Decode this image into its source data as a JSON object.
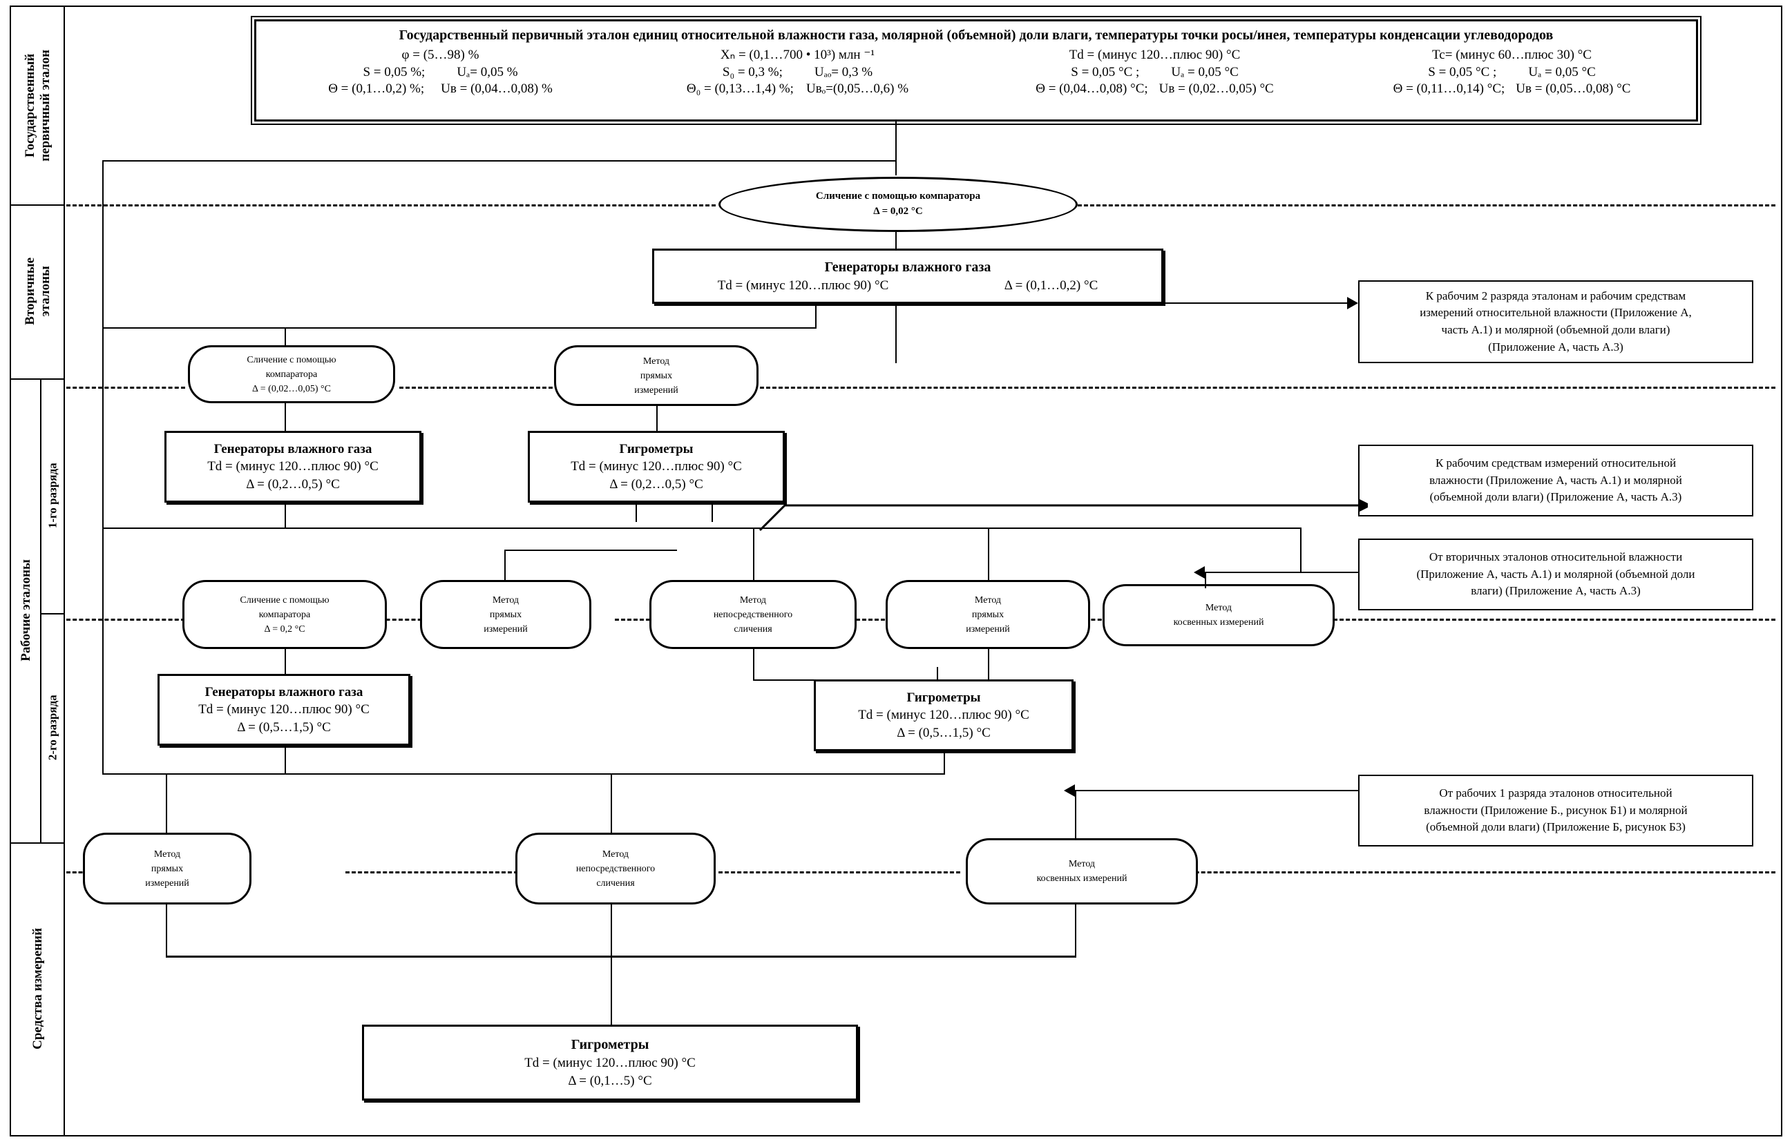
{
  "tiers": [
    {
      "id": "state-primary",
      "label": "Государственный\nпервичный эталон"
    },
    {
      "id": "secondary",
      "label": "Вторичные\nэталоны"
    },
    {
      "id": "working",
      "label": "Рабочие эталоны"
    },
    {
      "id": "rank1",
      "label": "1-го разряда"
    },
    {
      "id": "rank2",
      "label": "2-го разряда"
    },
    {
      "id": "measuring-instruments",
      "label": "Средства измерений"
    }
  ],
  "header": {
    "title": "Государственный первичный эталон единиц относительной влажности газа, молярной (объемной) доли влаги, температуры точки росы/инея, температуры конденсации углеводородов",
    "columns": [
      {
        "range": "φ = (5…98) %",
        "rows": [
          {
            "left": "S =  0,05 %;",
            "right": "Uₐ= 0,05 %"
          },
          {
            "left": "Θ = (0,1…0,2) %;",
            "right": "Uʙ = (0,04…0,08) %"
          }
        ]
      },
      {
        "range": "Xₙ = (0,1…700 • 10³) млн ⁻¹",
        "rows": [
          {
            "left": "S₀ =   0,3 %;",
            "right": "Uₐₒ= 0,3 %"
          },
          {
            "left": "Θ₀ = (0,13…1,4) %;",
            "right": "Uʙₒ=(0,05…0,6) %"
          }
        ]
      },
      {
        "range": "Td = (минус 120…плюс 90) °C",
        "rows": [
          {
            "left": "S = 0,05 °C ;",
            "right": "Uₐ =  0,05 °C"
          },
          {
            "left": "Θ = (0,04…0,08) °C;",
            "right": "Uʙ = (0,02…0,05) °C"
          }
        ]
      },
      {
        "range": "Tc= (минус 60…плюс 30) °C",
        "rows": [
          {
            "left": "S = 0,05 °C ;",
            "right": "Uₐ =  0,05 °C"
          },
          {
            "left": "Θ = (0,11…0,14) °C;",
            "right": "Uʙ = (0,05…0,08) °C"
          }
        ]
      }
    ]
  },
  "nodes": {
    "comparator_primary": {
      "lines": [
        "Сличение с помощью компаратора",
        "Δ = 0,02 °C"
      ]
    },
    "generators_secondary": {
      "title": "Генераторы влажного газа",
      "left": "Td = (минус 120…плюс 90) °C",
      "right": "Δ = (0,1…0,2) °C"
    },
    "comparator_rank1": {
      "lines": [
        "Сличение с помощью",
        "компаратора",
        "Δ = (0,02…0,05) °C"
      ]
    },
    "direct_method_rank1": {
      "lines": [
        "Метод",
        "прямых",
        "измерений"
      ]
    },
    "generators_rank1": {
      "title": "Генераторы влажного газа",
      "l2": "Td = (минус 120…плюс 90) °C",
      "l3": "Δ = (0,2…0,5) °C"
    },
    "hygrometers_rank1": {
      "title": "Гигрометры",
      "l2": "Td = (минус 120…плюс 90) °C",
      "l3": "Δ = (0,2…0,5) °C"
    },
    "comparator_rank2": {
      "lines": [
        "Сличение с помощью",
        "компаратора",
        "Δ = 0,2 °C"
      ]
    },
    "direct_method_rank2_a": {
      "lines": [
        "Метод",
        "прямых",
        "измерений"
      ]
    },
    "direct_compare_rank2": {
      "lines": [
        "Метод",
        "непосредственного",
        "сличения"
      ]
    },
    "direct_method_rank2_b": {
      "lines": [
        "Метод",
        "прямых",
        "измерений"
      ]
    },
    "indirect_method_rank2": {
      "lines": [
        "Метод",
        "косвенных измерений"
      ]
    },
    "generators_rank2": {
      "title": "Генераторы влажного газа",
      "l2": "Td = (минус 120…плюс 90) °C",
      "l3": "Δ = (0,5…1,5) °C"
    },
    "hygrometers_rank2": {
      "title": "Гигрометры",
      "l2": "Td = (минус 120…плюс 90) °C",
      "l3": "Δ = (0,5…1,5) °C"
    },
    "direct_method_mi": {
      "lines": [
        "Метод",
        "прямых",
        "измерений"
      ]
    },
    "direct_compare_mi": {
      "lines": [
        "Метод",
        "непосредственного",
        "сличения"
      ]
    },
    "indirect_method_mi": {
      "lines": [
        "Метод",
        "косвенных измерений"
      ]
    },
    "hygrometers_mi": {
      "title": "Гигрометры",
      "l2": "Td = (минус 120…плюс 90) °C",
      "l3": "Δ = (0,1…5) °C"
    }
  },
  "notes": {
    "note1": {
      "lines": [
        "К рабочим 2 разряда эталонам и рабочим средствам",
        "измерений относительной влажности (Приложение А,",
        "часть А.1) и молярной (объемной доли влаги)",
        "(Приложение А, часть А.3)"
      ]
    },
    "note2": {
      "lines": [
        "К рабочим средствам измерений относительной",
        "влажности (Приложение А, часть А.1) и молярной",
        "(объемной доли влаги) (Приложение А, часть А.3)"
      ]
    },
    "note3": {
      "lines": [
        "От вторичных эталонов относительной влажности",
        "(Приложение А, часть А.1) и молярной (объемной доли",
        "влаги) (Приложение А, часть А.3)"
      ]
    },
    "note4": {
      "lines": [
        "От рабочих 1 разряда эталонов относительной",
        "влажности (Приложение Б., рисунок Б1) и молярной",
        "(объемной доли влаги) (Приложение Б, рисунок Б3)"
      ]
    }
  }
}
